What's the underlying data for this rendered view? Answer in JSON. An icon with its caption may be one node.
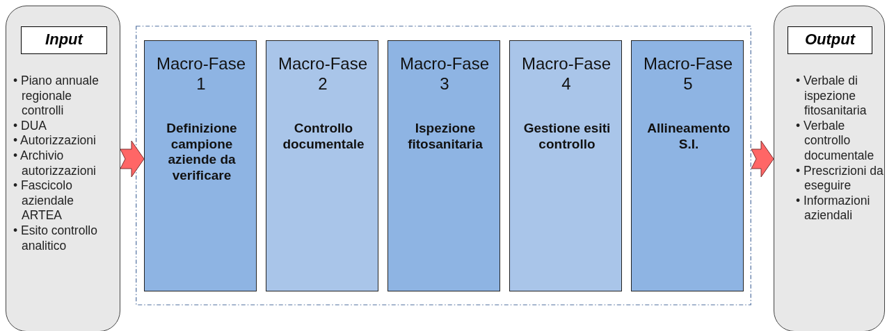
{
  "diagram": {
    "nodes": [
      {
        "text": [
          "• Piano annuale regionale controlli",
          "• DUA",
          "• Autorizzazioni",
          "• Archivio autorizzazioni",
          "• Fascicolo aziendale ARTEA",
          "• Esito controllo analitico"
        ]
      },
      {
        "text": [
          "Input"
        ],
        "in": 0
      },
      {
        "text": [],
        "shape": "box"
      },
      {
        "text": [
          "Macro-Fase 1",
          "Definizione campione aziende da verificare"
        ],
        "in": 2
      },
      {
        "text": [
          "Macro-Fase 2",
          "Controllo documentale"
        ],
        "in": 2
      },
      {
        "text": [
          "Macro-Fase 3",
          "Ispezione fitosanitaria"
        ],
        "in": 2
      },
      {
        "text": [
          "Macro-Fase 4",
          "Gestione esiti controllo"
        ],
        "in": 2
      },
      {
        "text": [
          "Macro-Fase 5",
          "Allineamento S.I."
        ],
        "in": 2
      },
      {
        "text": [
          "• Verbale di ispezione fitosanitaria",
          "• Verbale controllo documentale",
          "• Prescrizioni da eseguire",
          "• Informazioni aziendali"
        ]
      },
      {
        "text": [
          "Output"
        ],
        "in": 8
      }
    ],
    "edges": [
      {
        "from": 0,
        "to": 3,
        "arrow": "to",
        "style": "thick"
      },
      {
        "from": 2,
        "to": 8,
        "arrow": "to",
        "style": "thick"
      }
    ]
  }
}
